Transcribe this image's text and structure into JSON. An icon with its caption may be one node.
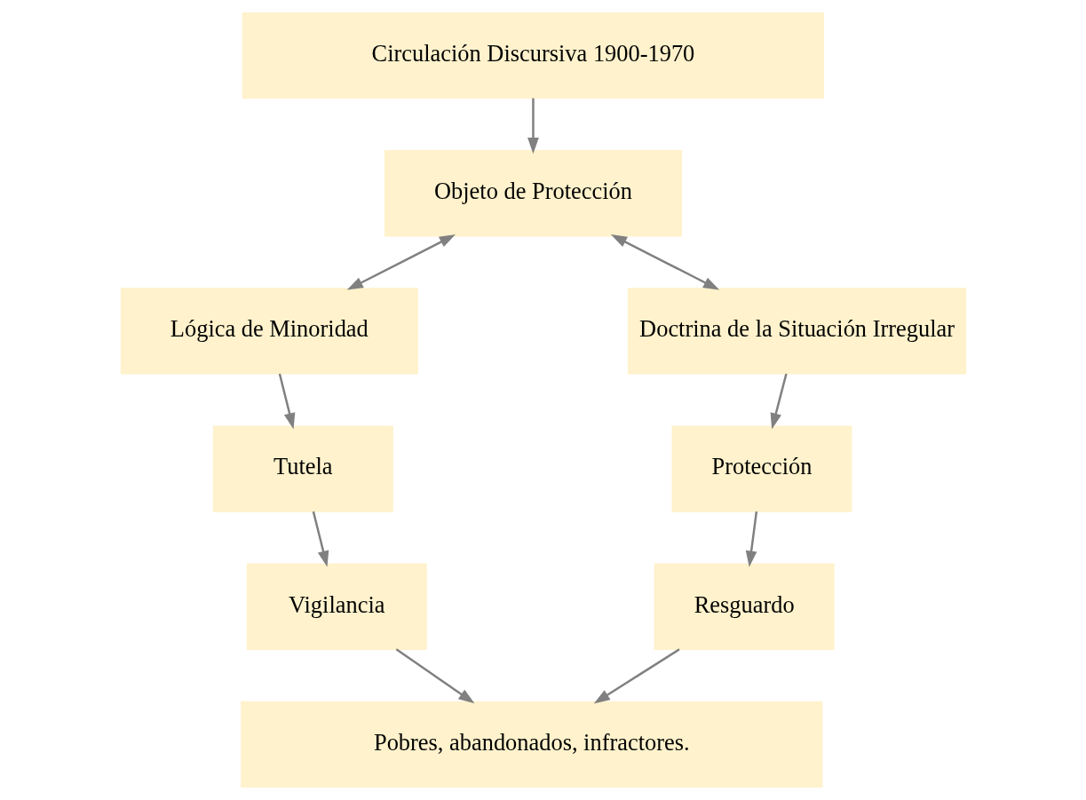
{
  "diagram": {
    "nodes": [
      {
        "text": [
          "Circulación Discursiva 1900-1970"
        ]
      },
      {
        "text": [
          "Objeto de Protección"
        ]
      },
      {
        "text": [
          "Lógica de Minoridad"
        ]
      },
      {
        "text": [
          "Doctrina de la Situación Irregular"
        ]
      },
      {
        "text": [
          "Tutela"
        ]
      },
      {
        "text": [
          "Protección"
        ]
      },
      {
        "text": [
          "Vigilancia"
        ]
      },
      {
        "text": [
          "Resguardo"
        ]
      },
      {
        "text": [
          "Pobres, abandonados, infractores."
        ]
      }
    ],
    "edges": [
      {
        "from": 0,
        "to": 1,
        "arrow": "to"
      },
      {
        "from": 1,
        "to": 2,
        "arrow": "both"
      },
      {
        "from": 1,
        "to": 3,
        "arrow": "both"
      },
      {
        "from": 2,
        "to": 4,
        "arrow": "to"
      },
      {
        "from": 4,
        "to": 6,
        "arrow": "to"
      },
      {
        "from": 6,
        "to": 8,
        "arrow": "to"
      },
      {
        "from": 3,
        "to": 5,
        "arrow": "to"
      },
      {
        "from": 5,
        "to": 7,
        "arrow": "to"
      },
      {
        "from": 7,
        "to": 8,
        "arrow": "to"
      }
    ]
  }
}
